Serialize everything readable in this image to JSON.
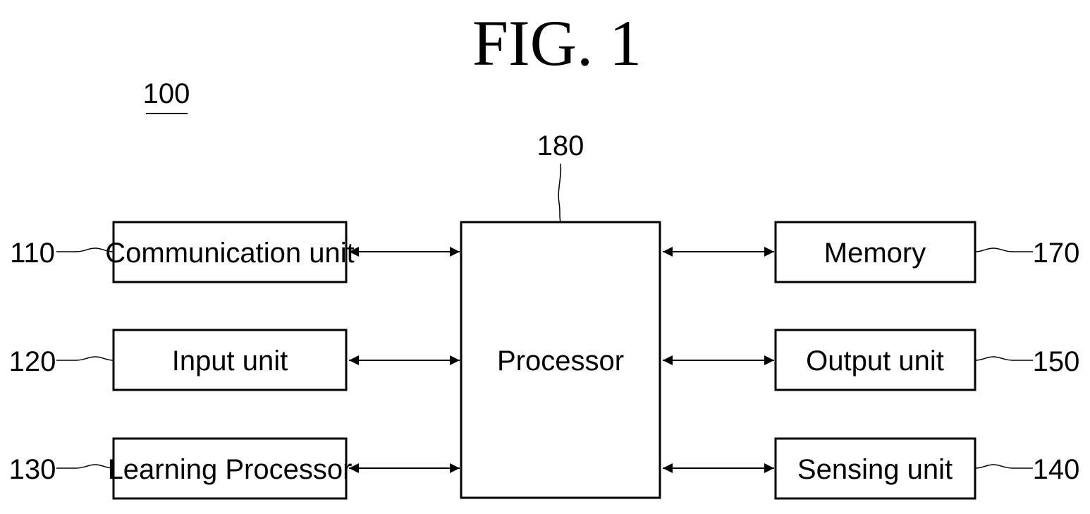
{
  "figure": {
    "title": "FIG. 1",
    "system_ref": "100"
  },
  "blocks": {
    "processor": {
      "label": "Processor",
      "ref": "180"
    },
    "communication_unit": {
      "label": "Communication unit",
      "ref": "110"
    },
    "input_unit": {
      "label": "Input unit",
      "ref": "120"
    },
    "learning_processor": {
      "label": "Learning Processor",
      "ref": "130"
    },
    "memory": {
      "label": "Memory",
      "ref": "170"
    },
    "output_unit": {
      "label": "Output unit",
      "ref": "150"
    },
    "sensing_unit": {
      "label": "Sensing unit",
      "ref": "140"
    }
  },
  "connections": [
    {
      "from": "communication_unit",
      "to": "processor",
      "direction": "bidirectional"
    },
    {
      "from": "input_unit",
      "to": "processor",
      "direction": "bidirectional"
    },
    {
      "from": "learning_processor",
      "to": "processor",
      "direction": "bidirectional"
    },
    {
      "from": "processor",
      "to": "memory",
      "direction": "bidirectional"
    },
    {
      "from": "processor",
      "to": "output_unit",
      "direction": "bidirectional"
    },
    {
      "from": "processor",
      "to": "sensing_unit",
      "direction": "bidirectional"
    }
  ]
}
